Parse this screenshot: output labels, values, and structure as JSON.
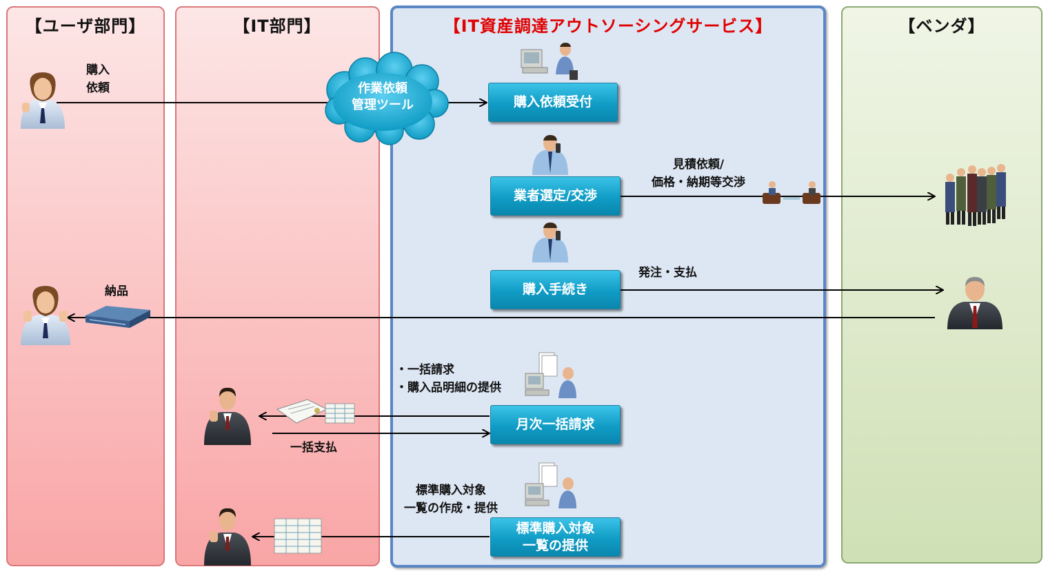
{
  "lanes": {
    "user": "【ユーザ部門】",
    "it": "【IT部門】",
    "service": "【IT資産調達アウトソーシングサービス】",
    "vendor": "【ベンダ】"
  },
  "cloud": {
    "label": "作業依頼\n管理ツール"
  },
  "process_boxes": {
    "request_intake": "購入依頼受付",
    "vendor_selection": "業者選定/交渉",
    "purchase_procedure": "購入手続き",
    "monthly_billing": "月次一括請求",
    "standard_list": "標準購入対象\n一覧の提供"
  },
  "labels": {
    "purchase_request": "購入\n依頼",
    "quote_request": "見積依頼/\n価格・納期等交渉",
    "order_payment": "発注・支払",
    "delivery": "納品",
    "bulk_invoice": "・一括請求\n・購入品明細の提供",
    "bulk_payment": "一括支払",
    "list_creation": "標準購入対象\n一覧の作成・提供"
  },
  "colors": {
    "service_title": "#e00000",
    "process_box": "#109cc5",
    "pink_lane": "#f9a5a6",
    "service_lane": "#dde6f3",
    "vendor_lane": "#cfe0b5"
  }
}
